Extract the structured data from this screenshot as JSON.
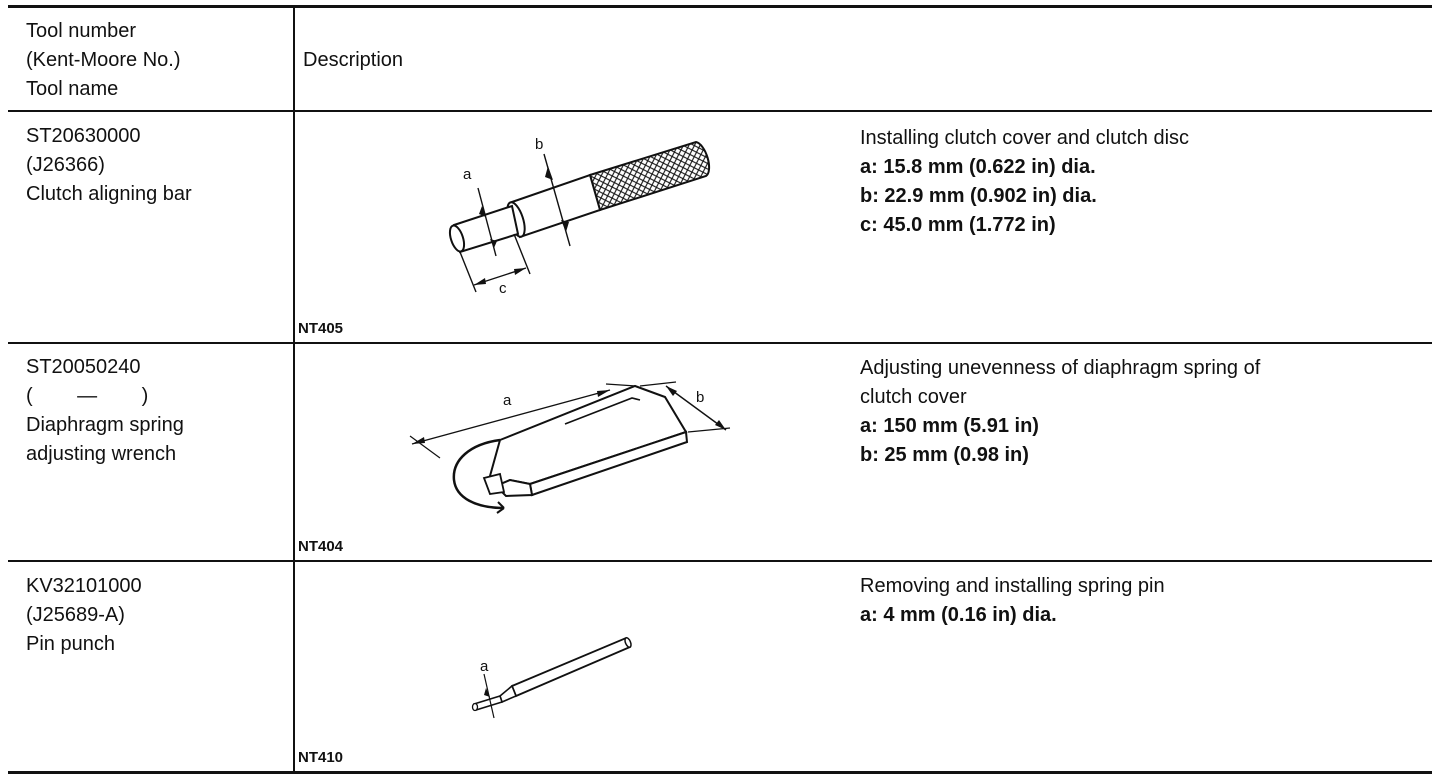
{
  "header": {
    "tool_col": [
      "Tool number",
      "(Kent-Moore No.)",
      "Tool name"
    ],
    "description_col": "Description"
  },
  "rows": [
    {
      "tool_lines": [
        "ST20630000",
        "(J26366)",
        "Clutch aligning bar"
      ],
      "code": "NT405",
      "desc_plain": [
        "Installing clutch cover and clutch disc"
      ],
      "desc_bold": [
        "a: 15.8 mm (0.622 in) dia.",
        "b: 22.9 mm (0.902 in) dia.",
        "c: 45.0 mm (1.772 in)"
      ],
      "labels": {
        "a": "a",
        "b": "b",
        "c": "c"
      }
    },
    {
      "tool_lines": [
        "ST20050240",
        "(        —        )",
        "Diaphragm spring",
        "adjusting wrench"
      ],
      "code": "NT404",
      "desc_plain": [
        "Adjusting unevenness of diaphragm spring of",
        "clutch cover"
      ],
      "desc_bold": [
        "a: 150 mm (5.91 in)",
        "b: 25 mm (0.98 in)"
      ],
      "labels": {
        "a": "a",
        "b": "b"
      }
    },
    {
      "tool_lines": [
        "KV32101000",
        "(J25689-A)",
        "Pin punch"
      ],
      "code": "NT410",
      "desc_plain": [
        "Removing and installing spring pin"
      ],
      "desc_bold": [
        "a: 4 mm (0.16 in) dia."
      ],
      "labels": {
        "a": "a"
      }
    }
  ]
}
